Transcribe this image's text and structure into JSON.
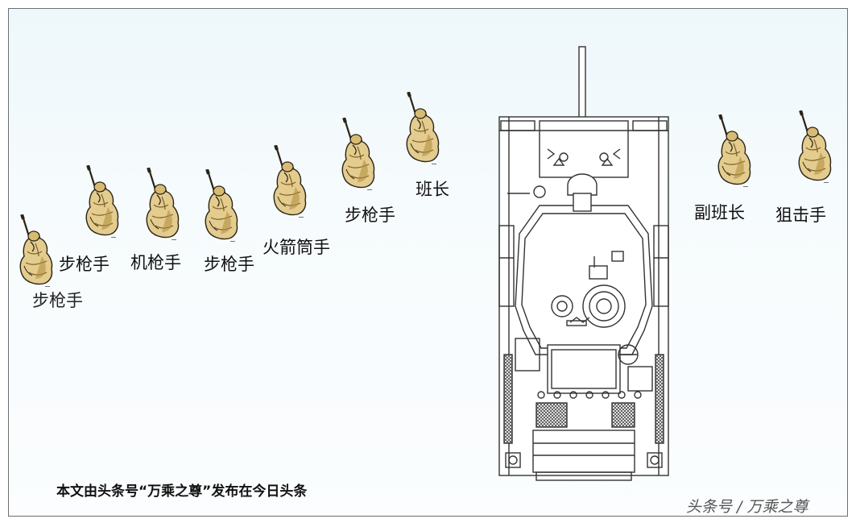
{
  "labels": {
    "squad_leader": "班长",
    "rifleman_1": "步枪手",
    "rocket_gunner": "火箭筒手",
    "rifleman_2": "步枪手",
    "machine_gunner": "机枪手",
    "rifleman_3": "步枪手",
    "rifleman_4": "步枪手",
    "deputy_leader": "副班长",
    "sniper": "狙击手"
  },
  "footer": {
    "notice": "本文由头条号“万乘之尊”发布在今日头条",
    "watermark": "头条号 / 万乘之尊"
  },
  "colors": {
    "soldier_fill": "#e3cc8e",
    "soldier_shade": "#b08a3c",
    "soldier_outline": "#2b2316",
    "tank_line": "#333333"
  }
}
